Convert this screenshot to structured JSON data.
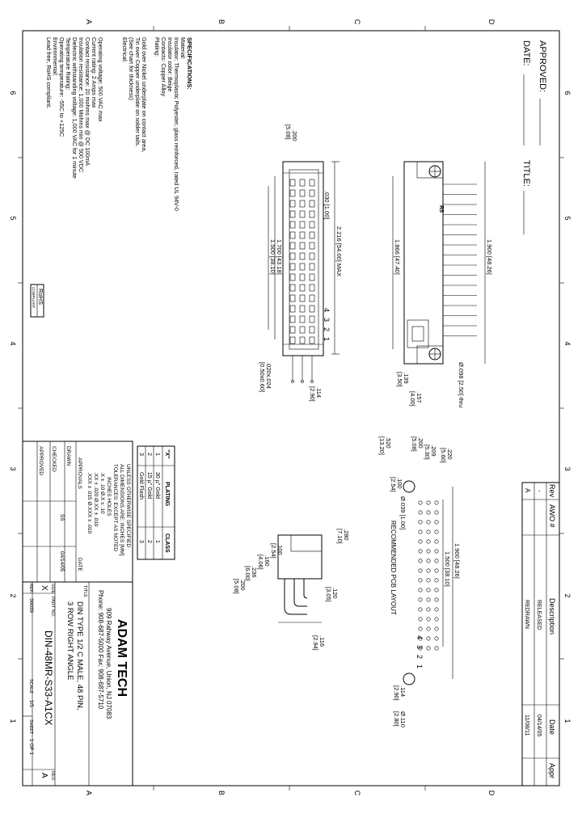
{
  "zone_letters": [
    "A",
    "B",
    "C",
    "D"
  ],
  "zone_numbers": [
    "6",
    "5",
    "4",
    "3",
    "2",
    "1"
  ],
  "approval_block": {
    "approved": "APPROVED:",
    "date": "DATE:",
    "title": "TITLE:"
  },
  "revision_table": {
    "headers": [
      "Rev",
      "AWO #",
      "Description",
      "Date",
      "Appr"
    ],
    "rows": [
      {
        "rev": "-",
        "desc": "RELEASED",
        "date": "04/14/05"
      },
      {
        "rev": "A",
        "desc": "REDRAWN",
        "date": "11/08/11"
      }
    ]
  },
  "specifications": {
    "heading": "SPECIFICATIONS:",
    "lines": [
      "Material:",
      "Insulator: Thermoplastic Polyester, glass reinforced, rated UL 94V-0",
      "Insulator color: Beige",
      "Contacts: Copper Alloy",
      "Plating:",
      "Gold over Nickel underplate on contact area,",
      "Tin over Copper underplate on solder tails.",
      "(See chart for thickness)",
      "Electrical:",
      "Operating voltage: 500 VAC max",
      "Current rating: 2 Amps max",
      "Contact resistance: 20 mohms max @ DC 100mA",
      "Insulation resistance: 1,000 Mohms min @ 500 VDC",
      "Dielectric withstanding voltage: 1,000 VAC for 1 minute",
      "Temperature Rating:",
      "Operating temperature: -55C to +125C",
      "Environmental:",
      "Lead free, RoHS compliant."
    ]
  },
  "rohs": {
    "top": "RoHS",
    "bottom": "COMPLIANT"
  },
  "dimensions": {
    "max_length": "2.216 [54.00] MAX",
    "pitch_200": ".200",
    "pitch_200_mm": "[5.08]",
    "d030": ".030 [1.00]",
    "d1500": "1.500 [38.10]",
    "d1700": "1.700 [43.18]",
    "d1900": "1.900 [48.26]",
    "d1866": "1.866 [47.40]",
    "pin_width": ".020x.024",
    "pin_width_mm": "[0.50x0.60]",
    "d139": ".139",
    "d139_mm": "[3.50]",
    "d157": ".157",
    "d157_mm": "[4.00]",
    "d098": "Ø.098 [2.50] thru",
    "d100": ".100",
    "d100_mm": "[2.54]",
    "d039": "Ø.039 [1.00]",
    "d200": ".200",
    "d200_mm": "[5.08]",
    "d209": ".209",
    "d209_mm": "[5.30]",
    "d220": ".220",
    "d220_mm": "[5.60]",
    "pcb_1900": "1.900 [48.26]",
    "pcb_1500": "1.500 [38.10]",
    "pcb_label": "RECOMMENDED PCB LAYOUT",
    "pcb_520": ".520",
    "pcb_520_mm": "[13.20]",
    "d114": ".114",
    "d114_mm": "[2.90]",
    "d116": ".116",
    "d116_mm": "[2.94]",
    "d110": "Ø.110",
    "d110_mm": "[2.80]",
    "side_280": ".280",
    "side_280_mm": "[7.10]",
    "side_100": ".100",
    "side_100_mm": "[2.54]",
    "side_160": ".160",
    "side_160_mm": "[4.06]",
    "side_236": ".236",
    "side_236_mm": "[6.00]",
    "side_200": ".200",
    "side_200_mm": "[5.08]",
    "side_120": ".120",
    "side_120_mm": "[3.05]",
    "rows": [
      "4",
      "3",
      "2",
      "1"
    ],
    "rows_pcb": [
      "4",
      "3",
      "2",
      "1"
    ],
    "brand_mark": "R5"
  },
  "plating_table": {
    "headers": [
      "\"X\"",
      "PLATING",
      "CLASS"
    ],
    "rows": [
      [
        "1",
        "30 µ\" Gold",
        "1"
      ],
      [
        "2",
        "15 µ\" Gold",
        "2"
      ],
      [
        "3",
        "Gold Flash",
        "3"
      ]
    ]
  },
  "tolerances": {
    "lines": [
      "UNLESS OTHERWISE SPECIFIED",
      "ALL DIMENSIONS ARE: INCHES [MM]",
      "TOLERANCES: EXCEPT AS NOTED",
      "INCHES         HOLES",
      ".X    ± .10     Ø.X    ± .10",
      ".XX   ± .020    Ø.XX   ± .010",
      ".XXX  ± .015    Ø.XXX  ± .010"
    ],
    "approvals_label": "APPROVALS",
    "date_label": "DATE",
    "drawn_label": "DRAWN",
    "drawn_by": "SS",
    "drawn_date": "04/14/05",
    "checked_label": "CHECKED",
    "approved_label": "APPROVED"
  },
  "company": {
    "name": "ADAM TECH",
    "address": "909 Rahway Avenue, Union, NJ 07083",
    "phone": "Phone: 908-687-5000 Fax: 908-687-5710"
  },
  "title_block": {
    "title_label": "TITLE",
    "title_line1": "DIN TYPE 1/2 C MALE, 48 PIN,",
    "title_line2": "3 ROW RIGHT ANGLE",
    "size_label": "SIZE",
    "size_value": "X",
    "part_label": "PART NO.",
    "part_value": "DIN-48MR-S33-A1CX",
    "rev_label": "REV.",
    "rev_value": "A",
    "ref_label": "REF.",
    "ref_value": "30039",
    "scale_label": "SCALE",
    "scale_value": "1/5",
    "sheet_label": "SHEET",
    "sheet_value": "1 OF 1"
  }
}
